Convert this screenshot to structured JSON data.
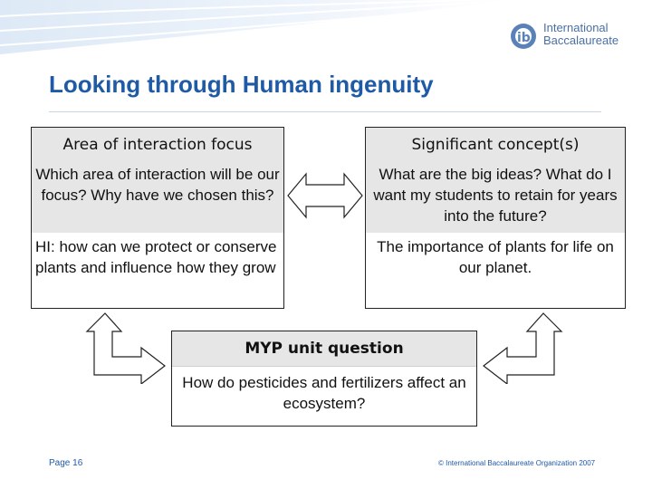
{
  "logo": {
    "line1": "International",
    "line2": "Baccalaureate"
  },
  "title": "Looking through Human ingenuity",
  "area_of_interaction": {
    "heading": "Area of interaction focus",
    "prompt": "Which area of interaction will be our focus? Why have we chosen this?",
    "answer": "HI: how can we protect or conserve plants and influence how they grow"
  },
  "significant_concept": {
    "heading": "Significant concept(s)",
    "prompt": "What are the big ideas? What do I want my students to retain for years into the future?",
    "answer": "The importance of plants for life on our planet."
  },
  "unit_question": {
    "heading": "MYP unit question",
    "text": "How do pesticides and fertilizers affect an ecosystem?"
  },
  "footer": {
    "page": "Page 16",
    "copyright": "© International Baccalaureate Organization 2007"
  },
  "colors": {
    "title": "#1f5aa6",
    "header_band": "#dce8f5",
    "box_fill": "#e6e6e6"
  }
}
